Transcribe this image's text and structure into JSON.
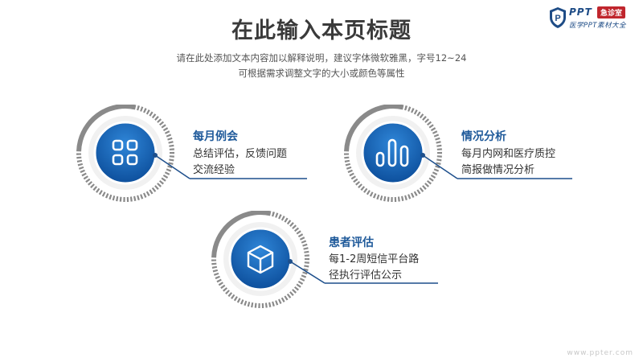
{
  "header": {
    "title": "在此输入本页标题",
    "subtitle_line1": "请在此处添加文本内容加以解释说明，建议字体微软雅黑，字号12~24",
    "subtitle_line2": "可根据需求调整文字的大小或颜色等属性"
  },
  "logo": {
    "brand": "PPT",
    "tag": "急诊室",
    "subtitle": "医学PPT素材大全"
  },
  "features": [
    {
      "title": "每月例会",
      "lines": [
        "总结评估，反馈问题",
        "交流经验"
      ],
      "icon": "grid-icon"
    },
    {
      "title": "情况分析",
      "lines": [
        "每月内网和医疗质控",
        "简报做情况分析"
      ],
      "icon": "bar-chart-icon"
    },
    {
      "title": "患者评估",
      "lines": [
        "每1-2周短信平台路",
        "径执行评估公示"
      ],
      "icon": "cube-icon"
    }
  ],
  "colors": {
    "accent": "#1f5a9a",
    "circle_dark": "#0d4f9c",
    "circle_light": "#2f86d8",
    "line": "#1d4f8c",
    "ticks": "#8a8a8a"
  },
  "watermark": "www.ppter.com"
}
